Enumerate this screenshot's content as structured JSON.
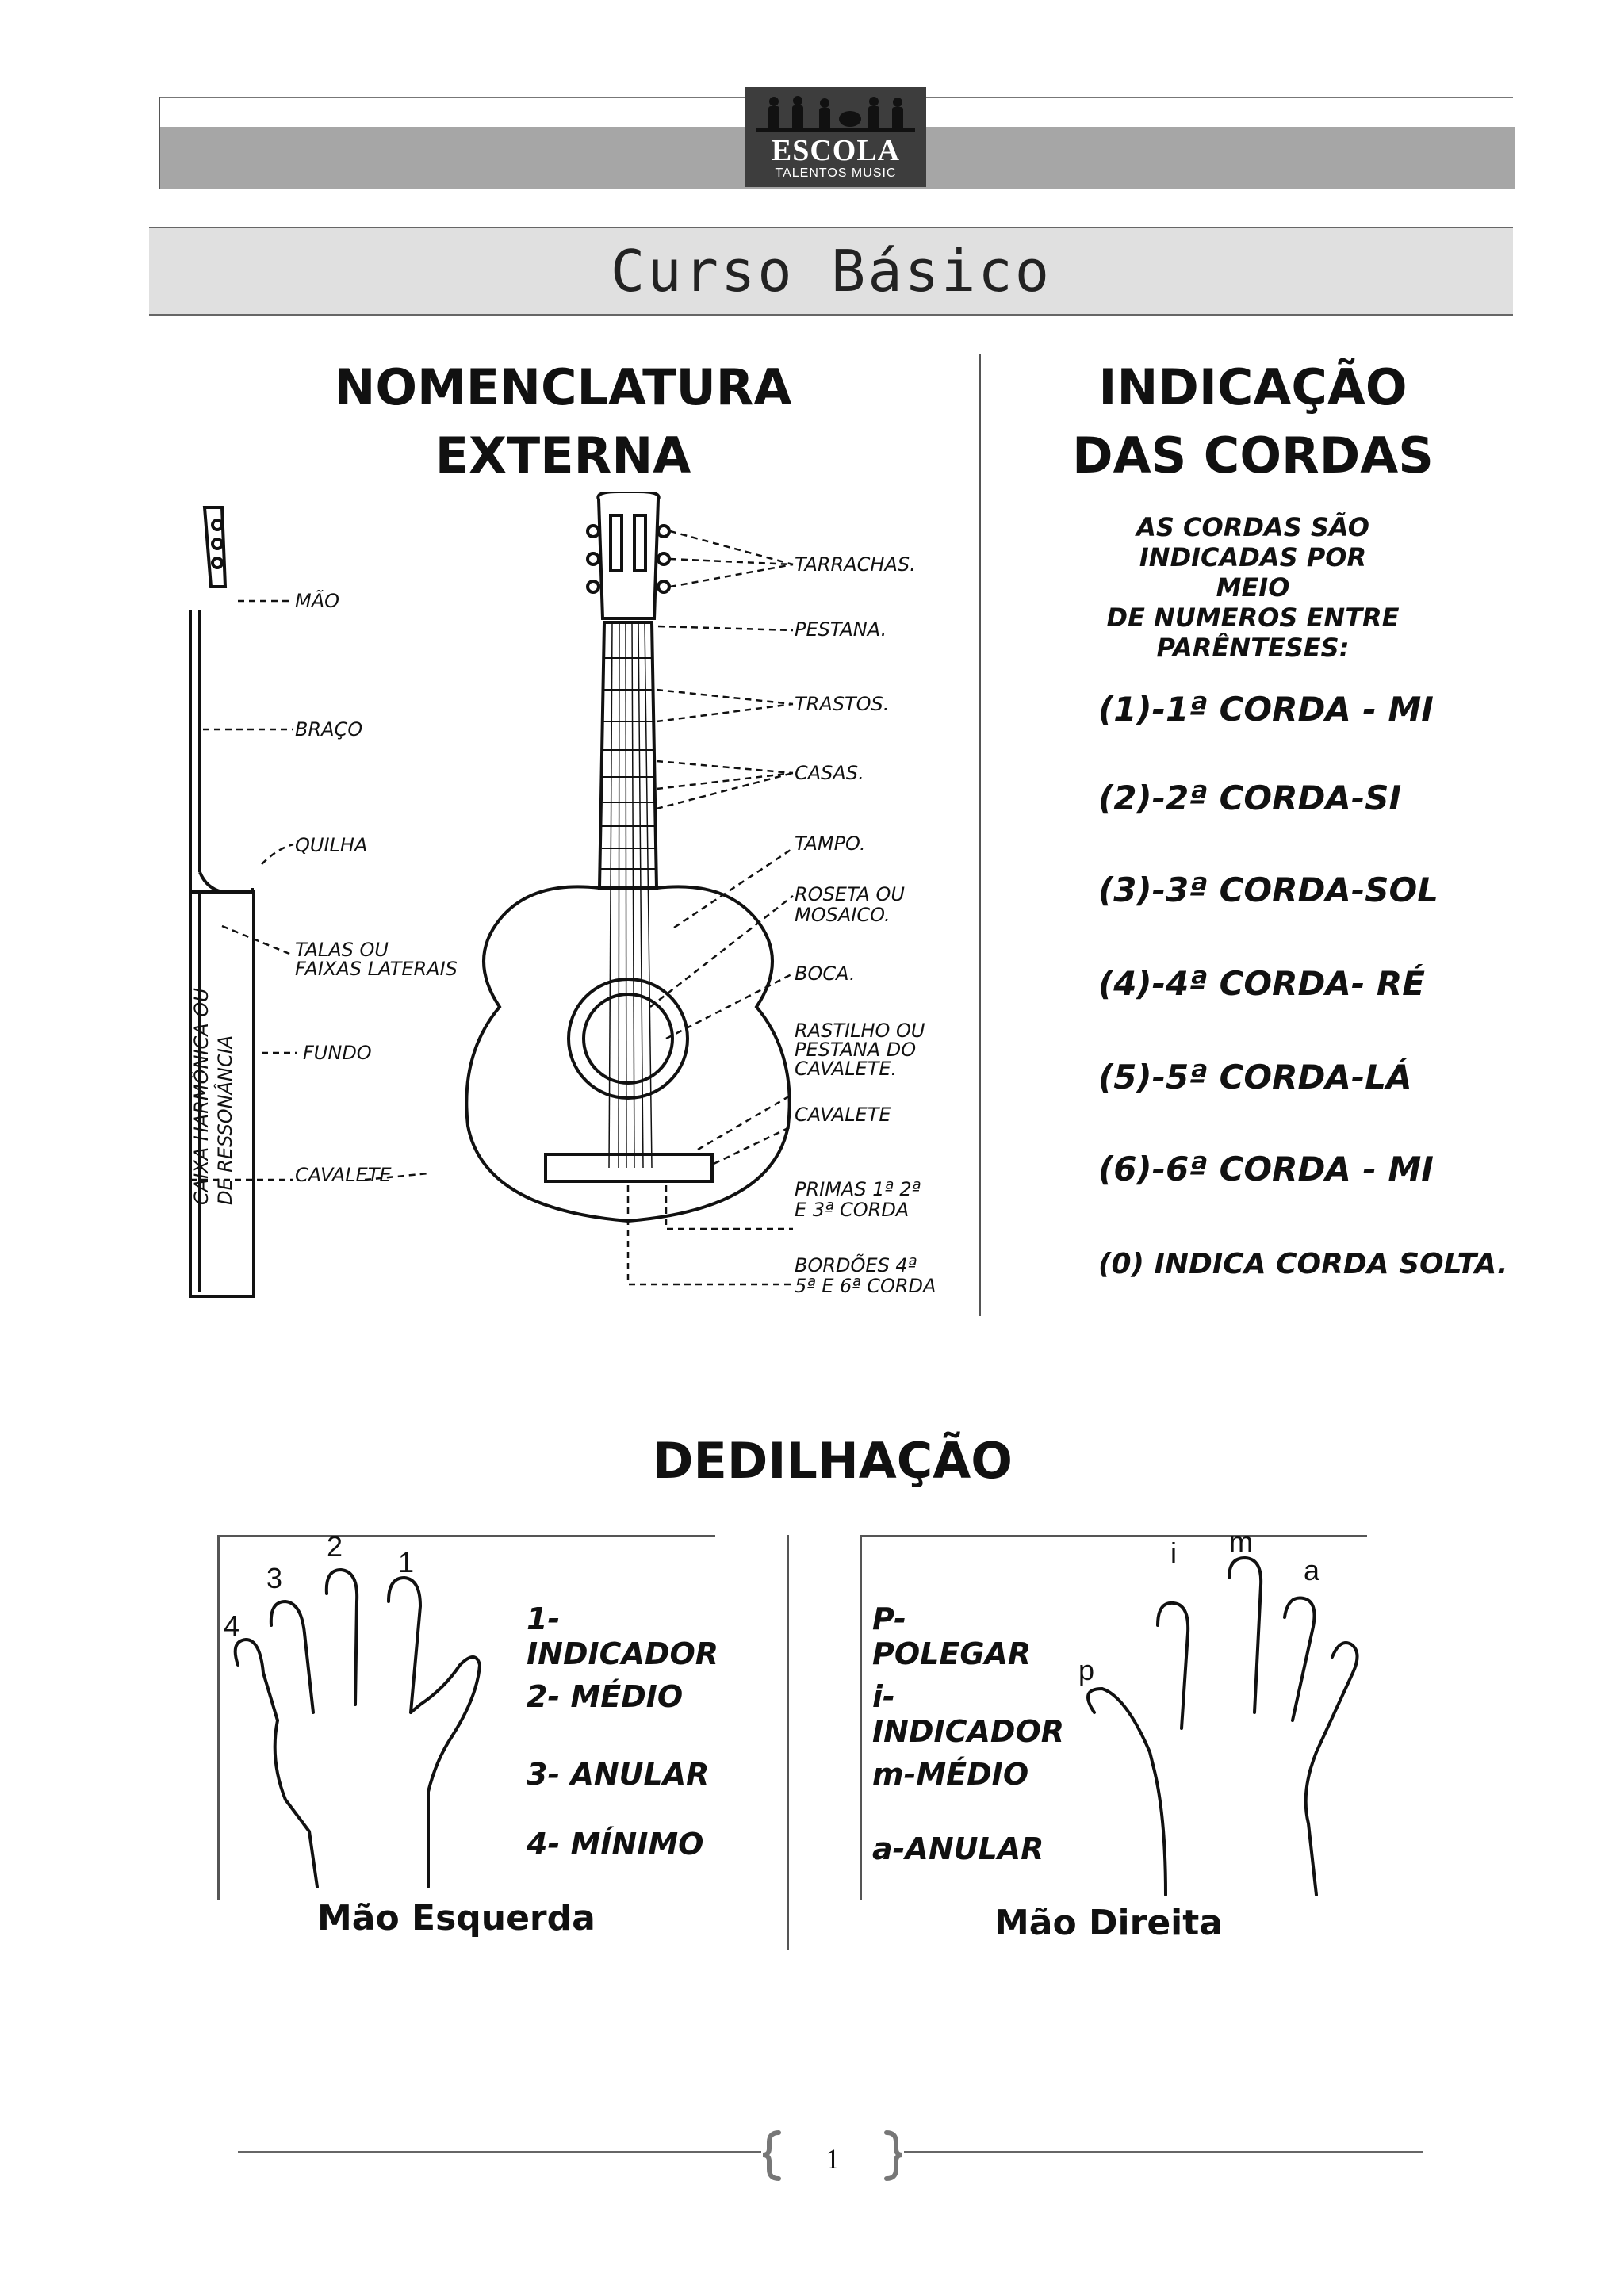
{
  "header": {
    "logo_name": "ESCOLA",
    "logo_sub": "TALENTOS MUSIC"
  },
  "course_title": "Curso Básico",
  "nomenclature": {
    "title_line1": "NOMENCLATURA",
    "title_line2": "EXTERNA",
    "side_labels": [
      "MÃO",
      "BRAÇO",
      "QUILHA",
      "TALAS OU",
      "FAIXAS LATERAIS",
      "FUNDO",
      "CAVALETE"
    ],
    "body_label": [
      "CAIXA HARMÔNICA OU",
      "DE RESSONÂNCIA"
    ],
    "front_labels": [
      "TARRACHAS.",
      "PESTANA.",
      "TRASTOS.",
      "CASAS.",
      "TAMPO.",
      "ROSETA OU",
      "MOSAICO.",
      "BOCA.",
      "RASTILHO OU",
      "PESTANA DO",
      "CAVALETE.",
      "CAVALETE",
      "PRIMAS 1ª 2ª",
      "E 3ª CORDA",
      "BORDÕES 4ª",
      "5ª E 6ª CORDA"
    ]
  },
  "strings": {
    "title_line1": "INDICAÇÃO",
    "title_line2": "DAS CORDAS",
    "intro": [
      "AS CORDAS SÃO",
      "INDICADAS POR MEIO",
      "DE NUMEROS ENTRE",
      "PARÊNTESES:"
    ],
    "items": [
      "(1)-1ª CORDA - MI",
      "(2)-2ª CORDA-SI",
      "(3)-3ª CORDA-SOL",
      "(4)-4ª CORDA- RÉ",
      "(5)-5ª CORDA-LÁ",
      "(6)-6ª CORDA - MI",
      "(0) INDICA CORDA SOLTA."
    ]
  },
  "fingering": {
    "title": "DEDILHAÇÃO",
    "left_hand": {
      "caption": "Mão Esquerda",
      "finger_numbers": [
        "4",
        "3",
        "2",
        "1"
      ],
      "legend": [
        "1- INDICADOR",
        "2- MÉDIO",
        "3- ANULAR",
        "4- MÍNIMO"
      ]
    },
    "right_hand": {
      "caption": "Mão Direita",
      "finger_letters": [
        "p",
        "i",
        "m",
        "a"
      ],
      "legend": [
        "P-POLEGAR",
        "i-INDICADOR",
        "m-MÉDIO",
        "a-ANULAR"
      ]
    }
  },
  "footer": {
    "page_number": "1"
  }
}
